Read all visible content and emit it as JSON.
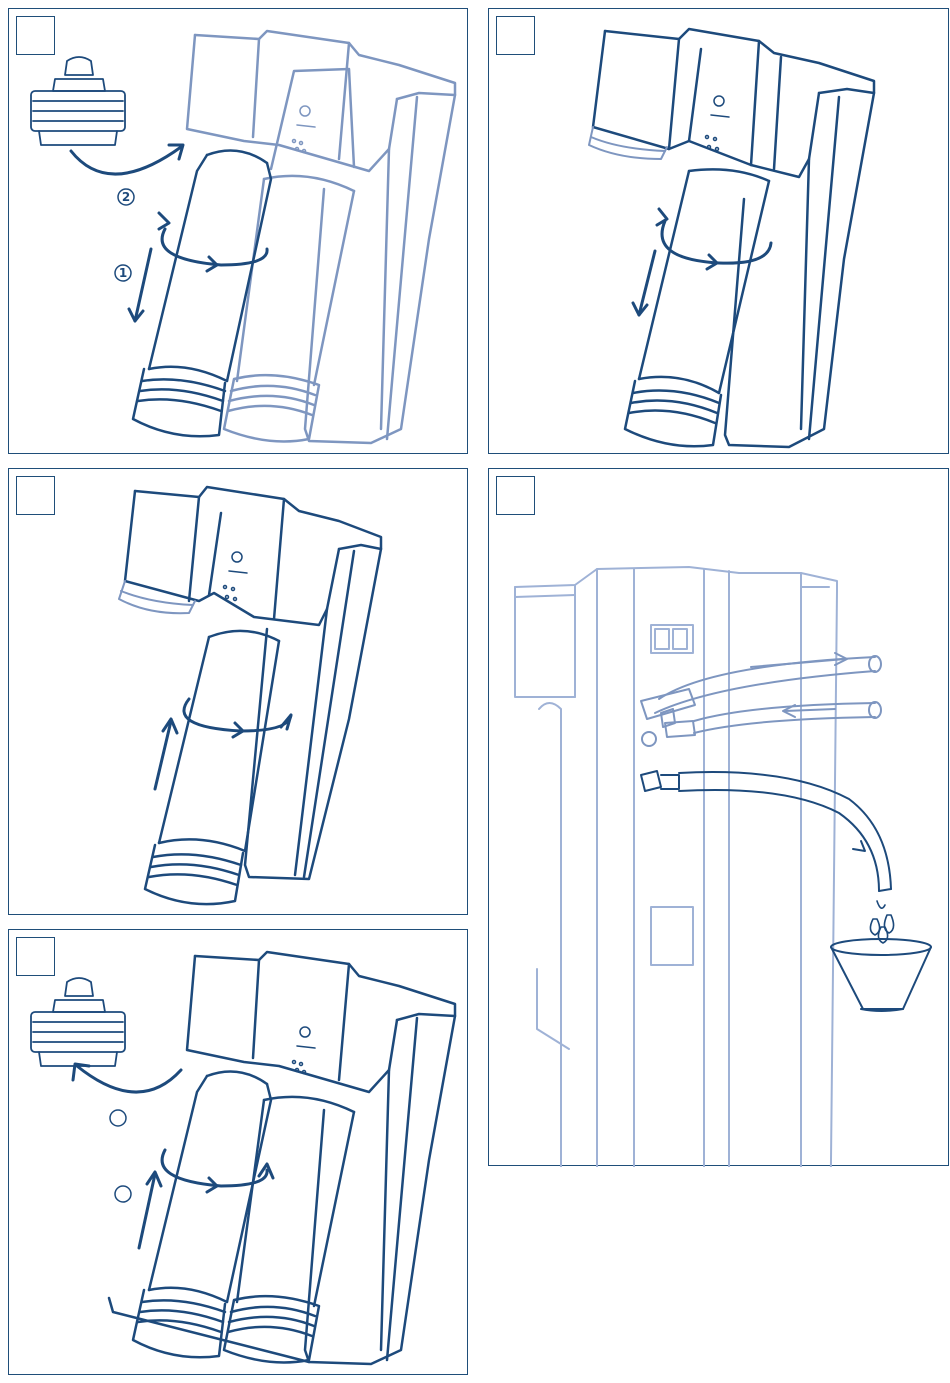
{
  "panels": [
    {
      "id": "remove-filter",
      "badges": [
        "2",
        "1"
      ]
    },
    {
      "id": "remove-cartridge",
      "badges": []
    },
    {
      "id": "insert-cartridge",
      "badges": []
    },
    {
      "id": "insert-filter-head",
      "badges": [
        "",
        ""
      ]
    },
    {
      "id": "flush-connection",
      "badges": []
    }
  ],
  "colors": {
    "line_dark": "#1d4a7c",
    "line_light": "#7e96c0",
    "border": "#1f4e79"
  },
  "icons": [
    "rotate-arrow-icon",
    "straight-arrow-icon",
    "filter-head-icon",
    "bucket-icon",
    "water-drop-icon"
  ]
}
